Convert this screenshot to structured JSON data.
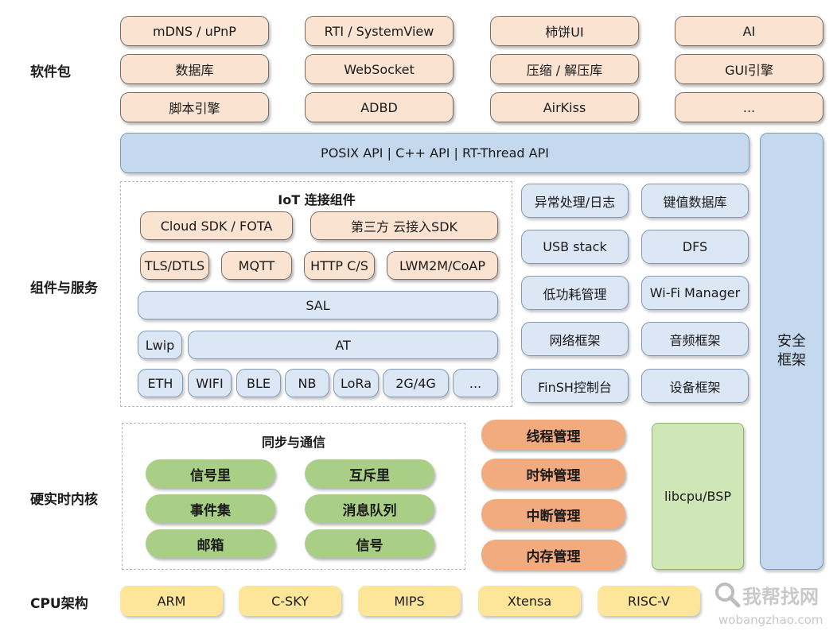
{
  "layers": {
    "software": "软件包",
    "components": "组件与服务",
    "kernel": "硬实时内核",
    "cpu": "CPU架构"
  },
  "packages": [
    "mDNS / uPnP",
    "RTI / SystemView",
    "柿饼UI",
    "AI",
    "数据库",
    "WebSocket",
    "压缩 / 解压库",
    "GUI引擎",
    "脚本引擎",
    "ADBD",
    "AirKiss",
    "..."
  ],
  "api_bar": "POSIX API  |  C++ API  |  RT-Thread API",
  "security": "安全\n框架",
  "iot": {
    "title": "IoT 连接组件",
    "cloud": [
      "Cloud SDK / FOTA",
      "第三方 云接入SDK"
    ],
    "protocols": [
      "TLS/DTLS",
      "MQTT",
      "HTTP C/S",
      "LWM2M/CoAP"
    ],
    "sal": "SAL",
    "lwip": "Lwip",
    "at": "AT",
    "links": [
      "ETH",
      "WIFI",
      "BLE",
      "NB",
      "LoRa",
      "2G/4G",
      "..."
    ]
  },
  "services": [
    "异常处理/日志",
    "键值数据库",
    "USB stack",
    "DFS",
    "低功耗管理",
    "Wi-Fi Manager",
    "网络框架",
    "音频框架",
    "FinSH控制台",
    "设备框架"
  ],
  "sync": {
    "title": "同步与通信",
    "items": [
      "信号里",
      "互斥里",
      "事件集",
      "消息队列",
      "邮箱",
      "信号"
    ]
  },
  "kernel_mgmt": [
    "线程管理",
    "时钟管理",
    "中断管理",
    "内存管理"
  ],
  "bsp": "libcpu/BSP",
  "cpu": [
    "ARM",
    "C-SKY",
    "MIPS",
    "Xtensa",
    "RISC-V"
  ],
  "watermark": {
    "title": "我帮找网",
    "url": "wobangzhao.com"
  }
}
